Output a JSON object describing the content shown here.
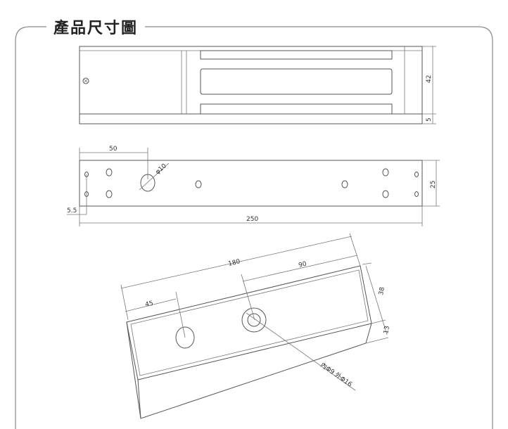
{
  "title": "產品尺寸圖",
  "top_view": {
    "height_label": "42",
    "lip_label": "5"
  },
  "plate_view": {
    "offset_label": "50",
    "hole_label": "φ10",
    "height_label": "25",
    "edge_label": "5.5",
    "length_label": "250"
  },
  "iso_view": {
    "length_label": "180",
    "half_label": "90",
    "hole_offset_label": "45",
    "height_label": "38",
    "base_label": "13",
    "hole_spec_label": "內Φ9 外Φ16"
  },
  "colors": {
    "line": "#555555",
    "frame": "#888888"
  }
}
